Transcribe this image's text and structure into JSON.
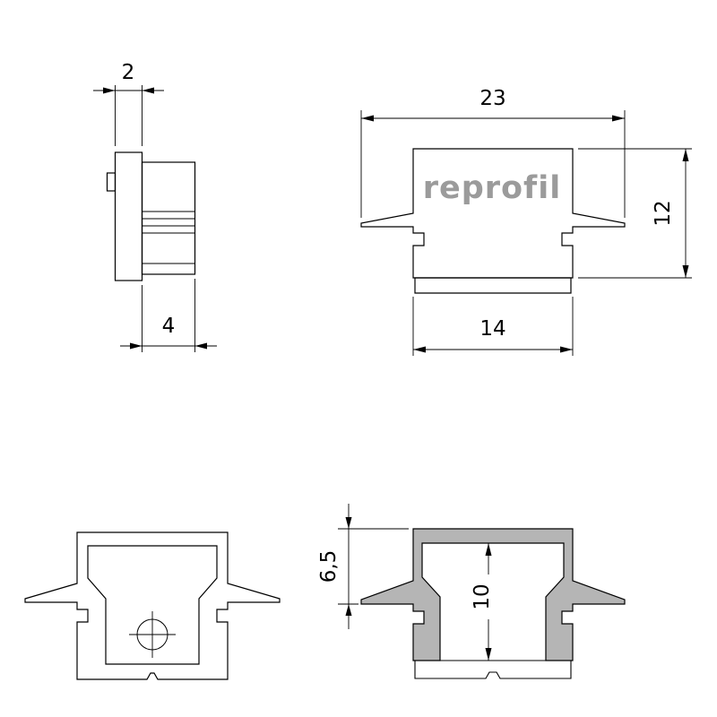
{
  "drawing": {
    "logo_text": "reprofil",
    "colors": {
      "line": "#000000",
      "logo": "#9b9b9b",
      "section_fill": "#b5b5b5",
      "background": "#ffffff"
    },
    "views": {
      "side": {
        "dim_plate_thickness": "2",
        "dim_body_depth": "4"
      },
      "front": {
        "dim_overall_width": "23",
        "dim_height": "12",
        "dim_body_width": "14"
      },
      "section": {
        "dim_recess_height": "6,5",
        "dim_inner_height": "10"
      }
    }
  }
}
